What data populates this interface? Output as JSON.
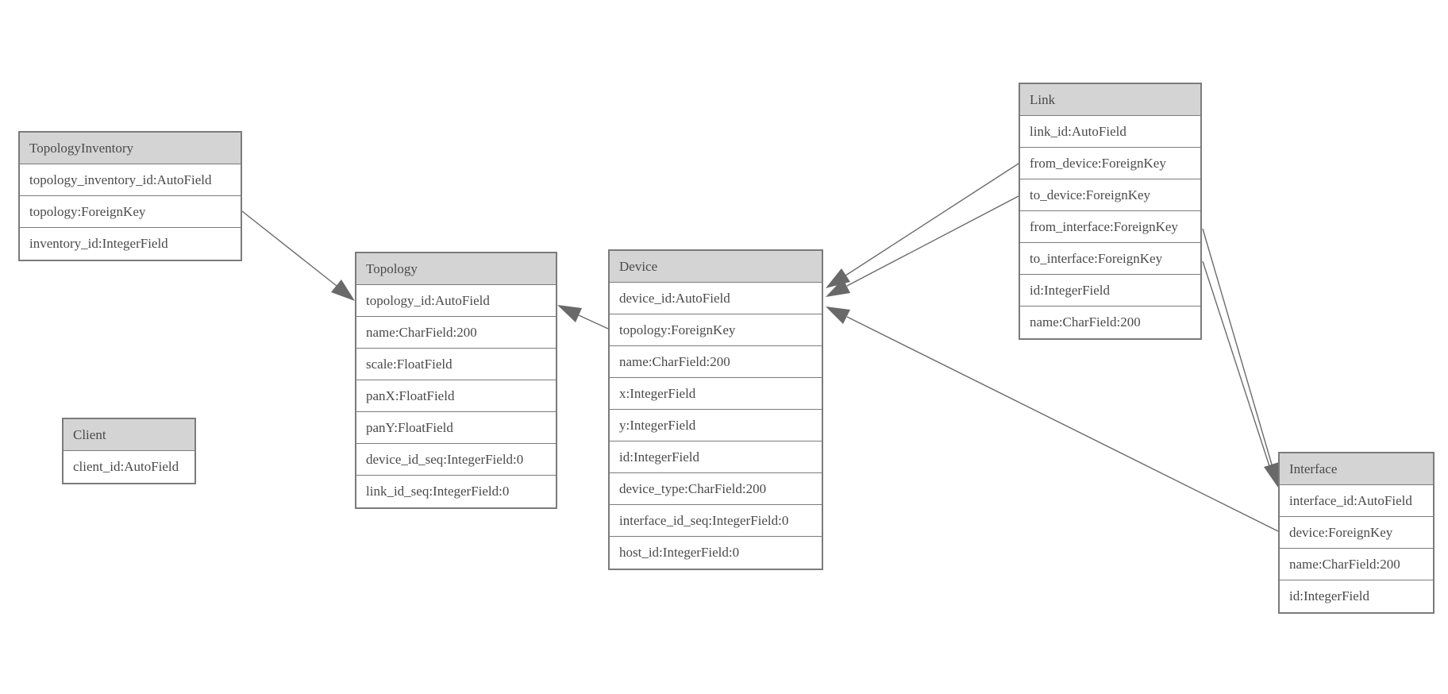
{
  "diagram": {
    "kind": "entity-relationship-model",
    "colors": {
      "background": "#ffffff",
      "header_fill": "#d4d4d4",
      "border": "#7b7b7b",
      "text": "#4a4a4a",
      "relation_line": "#6b6b6b",
      "arrowhead_fill": "#696969"
    }
  },
  "entities": {
    "topology_inventory": {
      "title": "TopologyInventory",
      "fields": [
        "topology_inventory_id:AutoField",
        "topology:ForeignKey",
        "inventory_id:IntegerField"
      ]
    },
    "client": {
      "title": "Client",
      "fields": [
        "client_id:AutoField"
      ]
    },
    "topology": {
      "title": "Topology",
      "fields": [
        "topology_id:AutoField",
        "name:CharField:200",
        "scale:FloatField",
        "panX:FloatField",
        "panY:FloatField",
        "device_id_seq:IntegerField:0",
        "link_id_seq:IntegerField:0"
      ]
    },
    "device": {
      "title": "Device",
      "fields": [
        "device_id:AutoField",
        "topology:ForeignKey",
        "name:CharField:200",
        "x:IntegerField",
        "y:IntegerField",
        "id:IntegerField",
        "device_type:CharField:200",
        "interface_id_seq:IntegerField:0",
        "host_id:IntegerField:0"
      ]
    },
    "link": {
      "title": "Link",
      "fields": [
        "link_id:AutoField",
        "from_device:ForeignKey",
        "to_device:ForeignKey",
        "from_interface:ForeignKey",
        "to_interface:ForeignKey",
        "id:IntegerField",
        "name:CharField:200"
      ]
    },
    "interface": {
      "title": "Interface",
      "fields": [
        "interface_id:AutoField",
        "device:ForeignKey",
        "name:CharField:200",
        "id:IntegerField"
      ]
    }
  },
  "relations": [
    {
      "from": "TopologyInventory.topology",
      "to": "Topology.topology_id"
    },
    {
      "from": "Device.topology",
      "to": "Topology.topology_id"
    },
    {
      "from": "Link.from_device",
      "to": "Device.device_id"
    },
    {
      "from": "Link.to_device",
      "to": "Device.device_id"
    },
    {
      "from": "Link.from_interface",
      "to": "Interface.interface_id"
    },
    {
      "from": "Link.to_interface",
      "to": "Interface.interface_id"
    },
    {
      "from": "Interface.device",
      "to": "Device.device_id"
    }
  ]
}
